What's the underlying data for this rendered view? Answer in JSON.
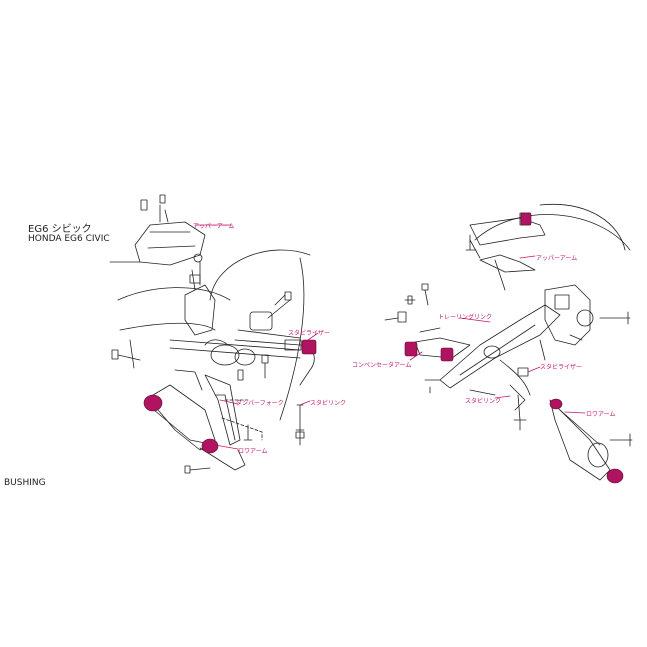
{
  "header": {
    "model_ja": "EG6 シビック",
    "model_en": "HONDA EG6 CIVIC"
  },
  "legend": {
    "bushing": "BUSHING"
  },
  "colors": {
    "bushing": "#b0135f",
    "label": "#c2186b",
    "line": "#222222"
  },
  "front": {
    "labels": {
      "upper_arm": "アッパーアーム",
      "stabilizer": "スタビライザー",
      "damper_fork": "ダンパーフォーク",
      "stabi_link": "スタビリンク",
      "lower_arm": "ロワアーム"
    }
  },
  "rear": {
    "labels": {
      "upper_arm": "アッパーアーム",
      "trailing_link": "トレーリングリンク",
      "compensator_arm": "コンペンセータアーム",
      "stabilizer": "スタビライザー",
      "stabi_link": "スタビリンク",
      "lower_arm": "ロワアーム"
    }
  }
}
